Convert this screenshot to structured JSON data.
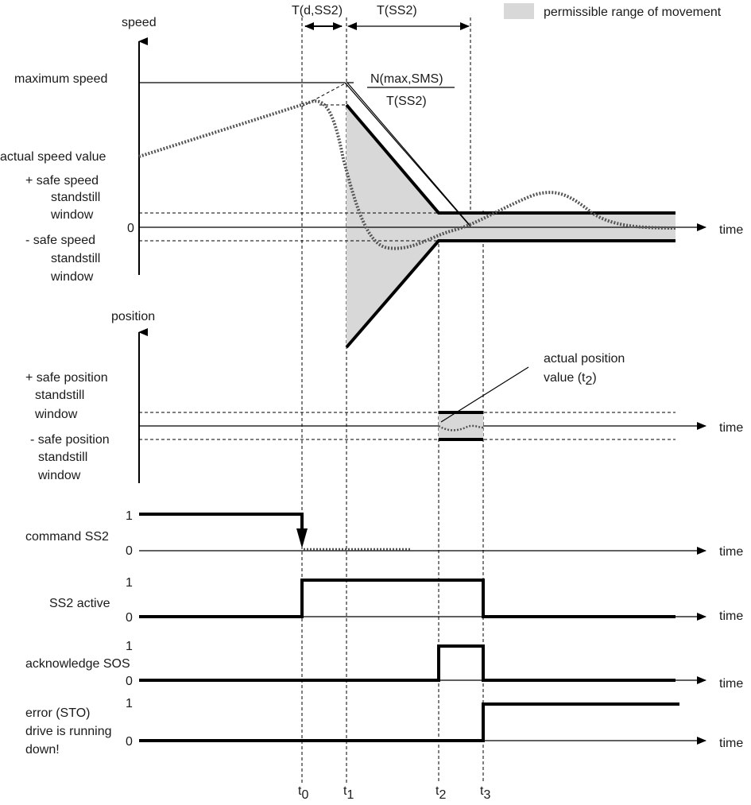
{
  "legend": {
    "label": "permissible range of movement",
    "fill_color": "#d8d8d8"
  },
  "intervals": {
    "delay": "T(d,SS2)",
    "ss2": "T(SS2)"
  },
  "ramp_formula": {
    "numerator": "N(max,SMS)",
    "denominator": "T(SS2)"
  },
  "speed_panel": {
    "ylabel": "speed",
    "labels": {
      "max_speed": "maximum speed",
      "actual_speed": "actual speed value",
      "plus_window": [
        "+ safe speed",
        "standstill",
        "window"
      ],
      "zero": "0",
      "minus_window": [
        "- safe speed",
        "standstill",
        "window"
      ]
    },
    "time_label": "time"
  },
  "position_panel": {
    "ylabel": "position",
    "labels": {
      "plus_window": [
        "+ safe position",
        "standstill",
        "window"
      ],
      "minus_window": [
        "- safe position",
        "standstill",
        "window"
      ]
    },
    "annotation": {
      "line1": "actual position",
      "line2_main": "value  (t",
      "line2_sub": "2",
      "line2_close": ")"
    },
    "time_label": "time"
  },
  "signals": [
    {
      "name": [
        "command SS2"
      ],
      "high": "1",
      "low": "0",
      "time_label": "time"
    },
    {
      "name": [
        "SS2 active"
      ],
      "high": "1",
      "low": "0",
      "time_label": "time"
    },
    {
      "name": [
        "acknowledge SOS"
      ],
      "high": "1",
      "low": "0",
      "time_label": "time"
    },
    {
      "name": [
        "error (STO)",
        "drive is running",
        "down!"
      ],
      "high": "1",
      "low": "0",
      "time_label": "time"
    }
  ],
  "time_markers": [
    {
      "main": "t",
      "sub": "0"
    },
    {
      "main": "t",
      "sub": "1"
    },
    {
      "main": "t",
      "sub": "2"
    },
    {
      "main": "t",
      "sub": "3"
    }
  ]
}
